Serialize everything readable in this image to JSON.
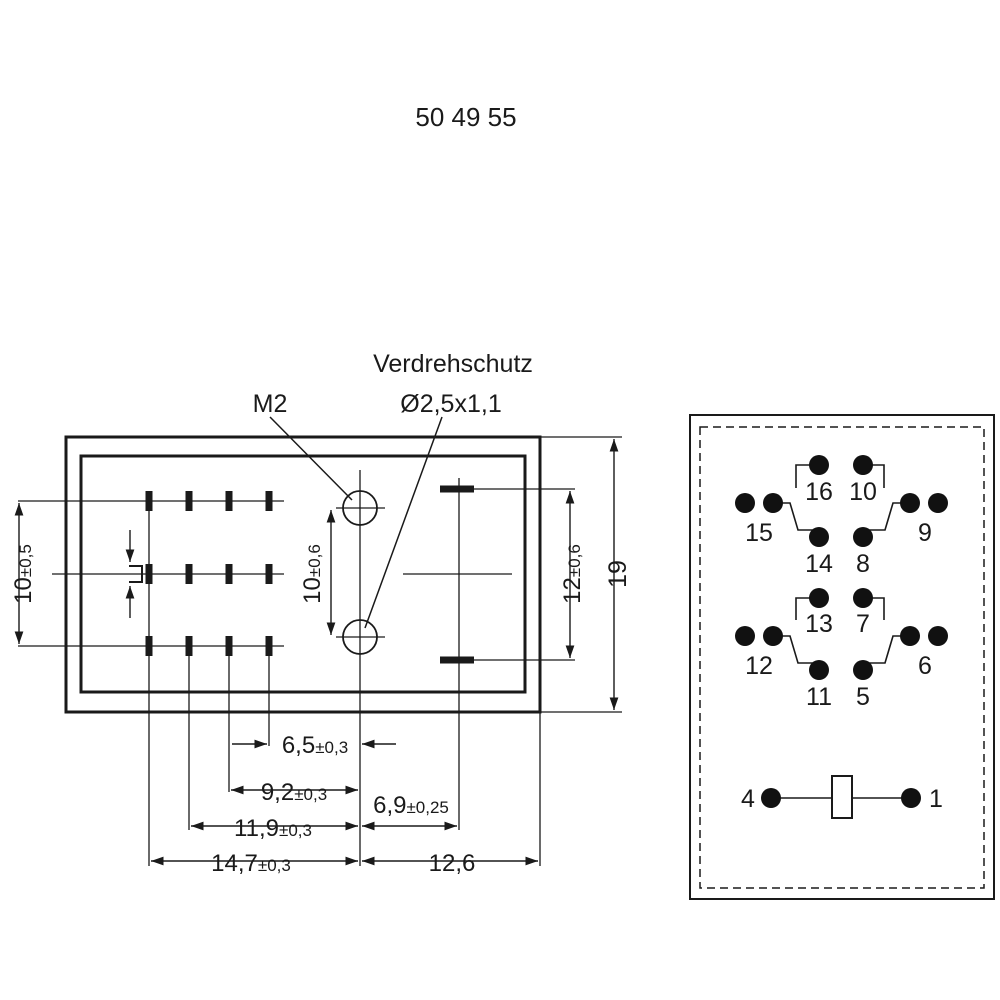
{
  "part_number": "50 49 55",
  "labels": {
    "verdrehschutz": "Verdrehschutz",
    "pin_dim": "Ø2,5x1,1",
    "thread": "M2"
  },
  "dimensions": {
    "left_vertical": {
      "value": "10",
      "tol": "±0,5"
    },
    "hole_vertical": {
      "value": "10",
      "tol": "±0,6"
    },
    "right_vertical": {
      "value": "12",
      "tol": "±0,6"
    },
    "height": "19",
    "d1": {
      "value": "6,5",
      "tol": "±0,3"
    },
    "d2": {
      "value": "9,2",
      "tol": "±0,3"
    },
    "d3": {
      "value": "6,9",
      "tol": "±0,25"
    },
    "d4": {
      "value": "11,9",
      "tol": "±0,3"
    },
    "d5": {
      "value": "14,7",
      "tol": "±0,3"
    },
    "d6": "12,6"
  },
  "pins": {
    "p16": "16",
    "p10": "10",
    "p15": "15",
    "p9": "9",
    "p14": "14",
    "p8": "8",
    "p13": "13",
    "p7": "7",
    "p12": "12",
    "p6": "6",
    "p11": "11",
    "p5": "5",
    "p4": "4",
    "p1": "1"
  }
}
